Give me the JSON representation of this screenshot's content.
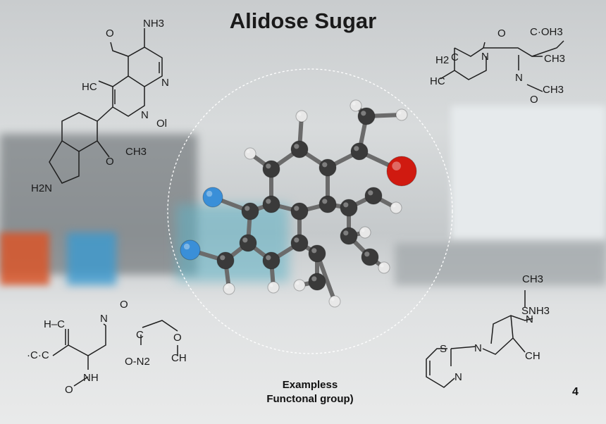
{
  "title": "Alidose Sugar",
  "caption": {
    "line1": "Exampless",
    "line2": "Functonal group)"
  },
  "page_number": "4",
  "structures": {
    "top_left": {
      "labels": [
        "O",
        "NH3",
        "N",
        "HC",
        "N",
        "Ol",
        "CH3",
        "O",
        "H2N"
      ]
    },
    "top_right": {
      "labels": [
        "O",
        "C·OH3",
        "H2",
        "C",
        "N",
        "CH3",
        "HC",
        "N",
        "CH3",
        "O"
      ]
    },
    "bottom_left": {
      "labels": [
        "O",
        "H–C",
        "N",
        "C",
        "O",
        "·C·C",
        "CH",
        "O-N2",
        "NH",
        "O"
      ]
    },
    "bottom_right": {
      "labels": [
        "CH3",
        "SNH3",
        "N",
        "S",
        "N",
        "CH",
        "N"
      ]
    }
  },
  "colors": {
    "carbon": "#3a3a3a",
    "hydrogen": "#e8e8e8",
    "oxygen": "#d01a10",
    "nitrogen": "#3a8fd8"
  }
}
